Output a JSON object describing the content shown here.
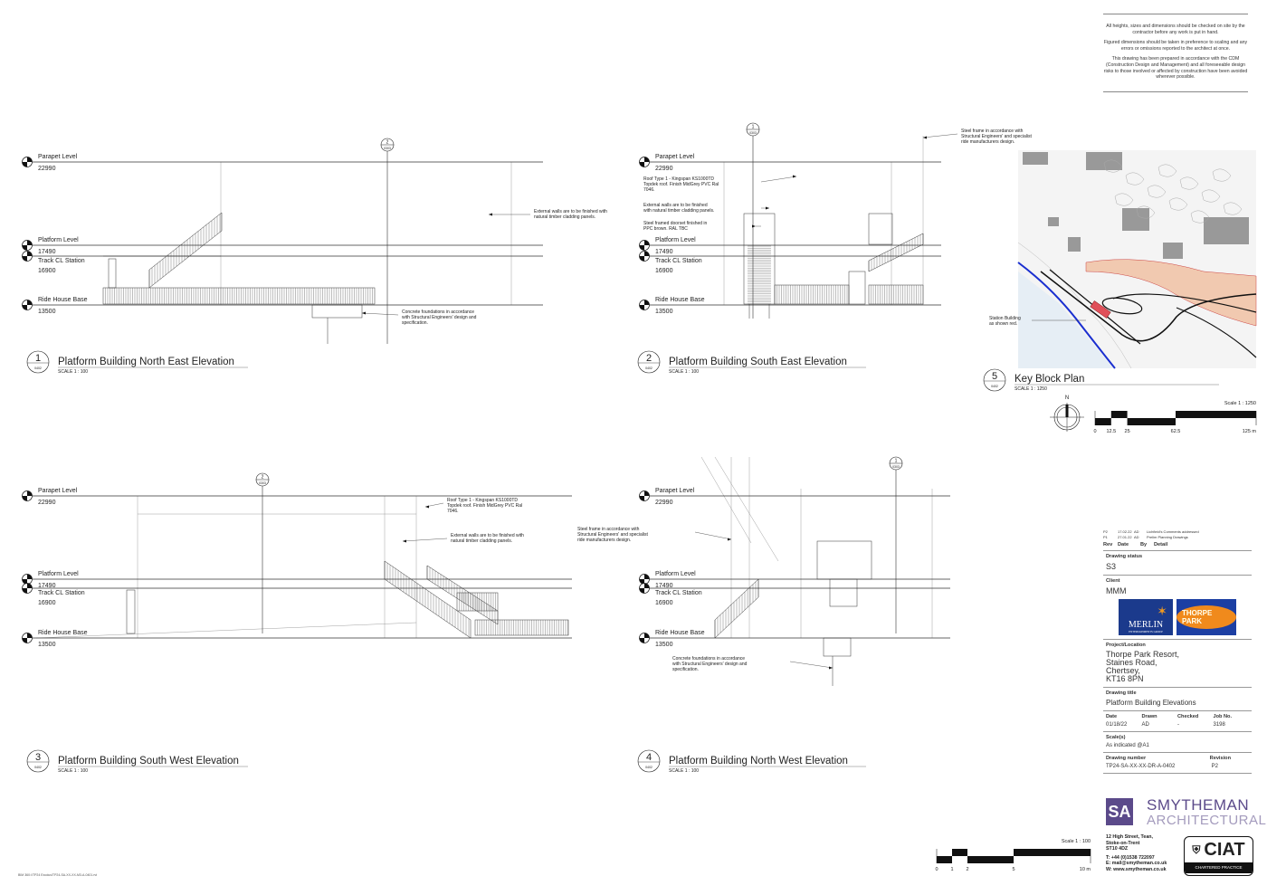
{
  "notes": [
    "All heights, sizes and dimensions should be checked on site by the contractor before any work is put in hand.",
    "Figured dimensions should be taken in preference to scaling and any errors or omissions reported to the architect at once.",
    "This drawing has been prepared in accordance with the CDM (Construction Design and Management) and all foreseeable design risks to those involved or affected by construction have been avoided wherever possible."
  ],
  "views": [
    {
      "number": "1",
      "sheet": "0402",
      "title": "Platform Building North East Elevation",
      "scale": "SCALE    1 : 100",
      "section_marker": {
        "number": "2",
        "sheet": "0303"
      },
      "annotations": [
        [
          "External walls are to be finished with",
          "natural timber cladding panels."
        ],
        [
          "Concrete foundations in accordance",
          "with Structural Engineers' design and",
          "specification."
        ]
      ]
    },
    {
      "number": "2",
      "sheet": "0402",
      "title": "Platform Building South East Elevation",
      "scale": "SCALE    1 : 100",
      "section_marker": {
        "number": "1",
        "sheet": "0303"
      },
      "annotations": [
        [
          "Steel frame in accordance with",
          "Structural Engineers' and specialist",
          "ride manufacturers design."
        ],
        [
          "Roof Type 1 - Kingspan KS1000TD",
          "Topdek roof. Finish MidGrey PVC Ral",
          "7046."
        ],
        [
          "External walls are to be finished",
          "with natural timber cladding panels."
        ],
        [
          "Steel framed doorset finished in",
          "PPC brown. RAL TBC"
        ]
      ]
    },
    {
      "number": "3",
      "sheet": "0402",
      "title": "Platform Building South West Elevation",
      "scale": "SCALE    1 : 100",
      "section_marker": {
        "number": "2",
        "sheet": "0303"
      },
      "annotations": [
        [
          "Roof Type 1 - Kingspan KS1000TD",
          "Topdek roof. Finish MidGrey PVC Ral",
          "7046."
        ],
        [
          "External walls are to be finished with",
          "natural timber cladding panels."
        ]
      ]
    },
    {
      "number": "4",
      "sheet": "0402",
      "title": "Platform Building North West Elevation",
      "scale": "SCALE    1 : 100",
      "section_marker": {
        "number": "1",
        "sheet": "0303"
      },
      "annotations": [
        [
          "Steel frame in accordance with",
          "Structural Engineers' and specialist",
          "ride manufacturers design."
        ],
        [
          "Concrete foundations in accordance",
          "with Structural Engineers' design and",
          "specification."
        ]
      ]
    }
  ],
  "levels": [
    {
      "name": "Parapet Level",
      "value": "22990"
    },
    {
      "name": "Platform Level",
      "value": "17490"
    },
    {
      "name": "Track CL Station",
      "value": "16900"
    },
    {
      "name": "Ride House Base",
      "value": "13500"
    }
  ],
  "key_plan": {
    "number": "5",
    "sheet": "0402",
    "title": "Key Block Plan",
    "scale": "SCALE    1 : 1250",
    "station_note": [
      "Station Building",
      "as shown red."
    ],
    "north": "N",
    "scalebar_title": "Scale 1 : 1250",
    "scalebar_ticks": [
      "0",
      "12.5",
      "25",
      "62.5",
      "125 m"
    ],
    "colors": {
      "station": "#e0505a",
      "river": "#1a2fd0",
      "land": "#f1c9b0"
    }
  },
  "main_scalebar": {
    "title": "Scale 1 : 100",
    "ticks": [
      "0",
      "1",
      "2",
      "5",
      "10 m"
    ]
  },
  "title_block": {
    "revisions": [
      {
        "rev": "P2",
        "date": "17.02.22",
        "by": "AD",
        "detail": "Lichfield's Comments addressed"
      },
      {
        "rev": "P1",
        "date": "27.01.22",
        "by": "AD",
        "detail": "Prelim Planning Drawings"
      }
    ],
    "rev_headers": [
      "Rev",
      "Date",
      "By",
      "Detail"
    ],
    "status_label": "Drawing status",
    "status": "S3",
    "client_label": "Client",
    "client": "MMM",
    "logos": {
      "merlin": "MERLIN",
      "merlin_sub": "ENTERTAINMENTS GROUP",
      "thorpe": "THORPE PARK"
    },
    "project_label": "Project/Location",
    "project": [
      "Thorpe Park Resort,",
      "Staines Road,",
      "Chertsey,",
      "KT16 8PN"
    ],
    "title_label": "Drawing title",
    "title": "Platform Building Elevations",
    "meta_headers": [
      "Date",
      "Drawn",
      "Checked",
      "Job No."
    ],
    "meta_values": [
      "01/18/22",
      "AD",
      "-",
      "3198"
    ],
    "scale_label": "Scale(s)",
    "scale": "As indicated @A1",
    "number_label": "Drawing number",
    "number": "TP24-SA-XX-XX-DR-A-0402",
    "revision_label": "Revision",
    "revision": "P2"
  },
  "practice": {
    "mark": "SA",
    "name": "SMYTHEMAN",
    "sub": "ARCHITECTURAL",
    "address": [
      "12 High Street, Tean,",
      "Stoke-on-Trent",
      "ST10 4DZ"
    ],
    "contact": [
      "T:  +44 (0)1538 722097",
      "E:  mail@smytheman.co.uk",
      "W: www.smytheman.co.uk"
    ],
    "ciat": "CIAT",
    "ciat_sub": "CHARTERED PRACTICE"
  },
  "footer_path": "BIM 360://TP24 Exodus/TP24-SA-XX-XX-M3-A-0401.rvt"
}
